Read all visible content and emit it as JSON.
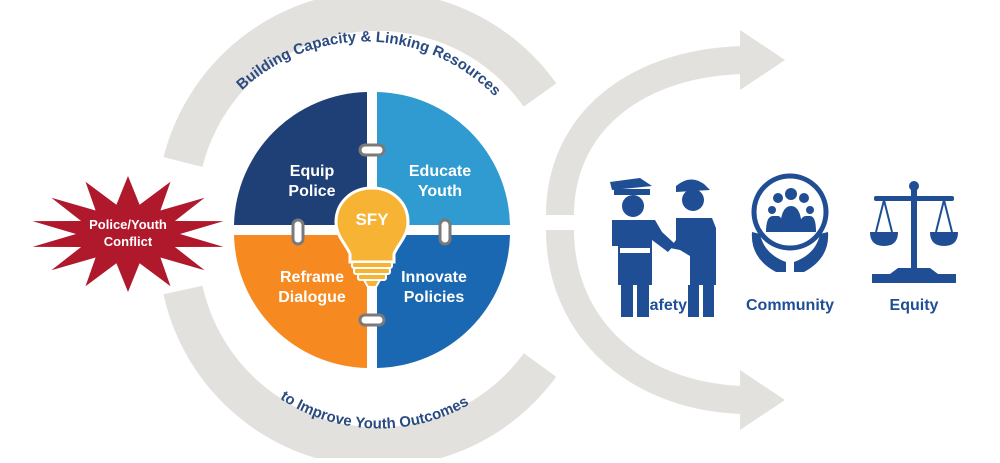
{
  "colors": {
    "arc_gray": "#e2e1dd",
    "navy": "#1f3f77",
    "light_blue": "#2f9bd0",
    "orange": "#f6891f",
    "mid_blue": "#1a68b1",
    "icon_blue": "#1f4e95",
    "burst_red": "#b0182b",
    "bulb_yellow": "#f7b334",
    "link_gray": "#7a7a7a"
  },
  "burst": {
    "line1": "Police/Youth",
    "line2": "Conflict"
  },
  "arc_labels": {
    "top": "Building Capacity & Linking Resources",
    "bottom": "to Improve Youth Outcomes"
  },
  "quadrants": {
    "top_left": {
      "line1": "Equip",
      "line2": "Police"
    },
    "top_right": {
      "line1": "Educate",
      "line2": "Youth"
    },
    "bottom_left": {
      "line1": "Reframe",
      "line2": "Dialogue"
    },
    "bottom_right": {
      "line1": "Innovate",
      "line2": "Policies"
    }
  },
  "center_label": "SFY",
  "outcomes": [
    {
      "icon": "handshake-icon",
      "label": "Safety"
    },
    {
      "icon": "community-icon",
      "label": "Community"
    },
    {
      "icon": "scales-icon",
      "label": "Equity"
    }
  ]
}
